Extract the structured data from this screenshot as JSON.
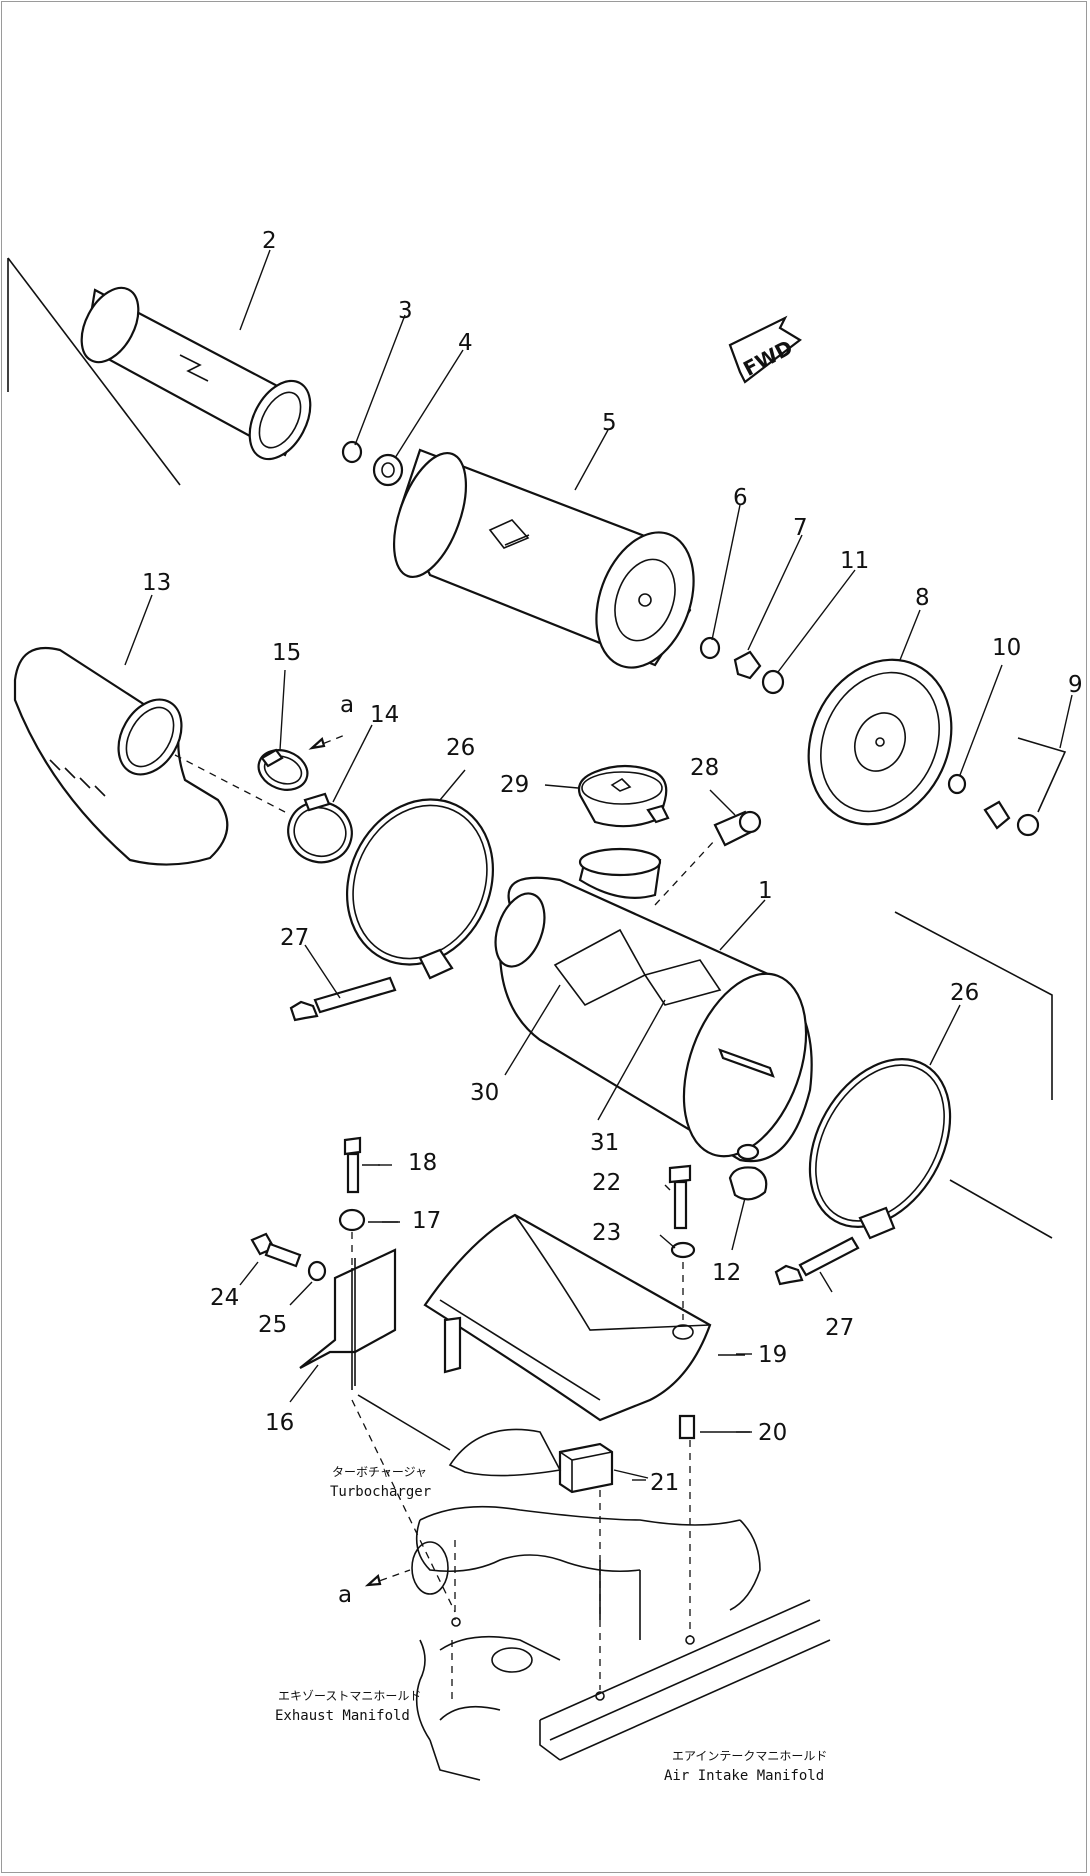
{
  "direction_marker": {
    "text": "FWD"
  },
  "reference_mark": "a",
  "callouts": [
    {
      "id": "c2",
      "text": "2"
    },
    {
      "id": "c3",
      "text": "3"
    },
    {
      "id": "c4",
      "text": "4"
    },
    {
      "id": "c5",
      "text": "5"
    },
    {
      "id": "c6",
      "text": "6"
    },
    {
      "id": "c7",
      "text": "7"
    },
    {
      "id": "c11",
      "text": "11"
    },
    {
      "id": "c8",
      "text": "8"
    },
    {
      "id": "c10",
      "text": "10"
    },
    {
      "id": "c9",
      "text": "9"
    },
    {
      "id": "c13",
      "text": "13"
    },
    {
      "id": "c15",
      "text": "15"
    },
    {
      "id": "c14",
      "text": "14"
    },
    {
      "id": "c26a",
      "text": "26"
    },
    {
      "id": "c29",
      "text": "29"
    },
    {
      "id": "c28",
      "text": "28"
    },
    {
      "id": "c1",
      "text": "1"
    },
    {
      "id": "c26b",
      "text": "26"
    },
    {
      "id": "c27a",
      "text": "27"
    },
    {
      "id": "c30",
      "text": "30"
    },
    {
      "id": "c31",
      "text": "31"
    },
    {
      "id": "c18",
      "text": "18"
    },
    {
      "id": "c17",
      "text": "17"
    },
    {
      "id": "c22",
      "text": "22"
    },
    {
      "id": "c23",
      "text": "23"
    },
    {
      "id": "c12",
      "text": "12"
    },
    {
      "id": "c27b",
      "text": "27"
    },
    {
      "id": "c24",
      "text": "24"
    },
    {
      "id": "c25",
      "text": "25"
    },
    {
      "id": "c19",
      "text": "19"
    },
    {
      "id": "c16",
      "text": "16"
    },
    {
      "id": "c20",
      "text": "20"
    },
    {
      "id": "c21",
      "text": "21"
    }
  ],
  "labels": {
    "turbocharger_jp": "ターボチャージャ",
    "turbocharger": "Turbocharger",
    "exhaust_manifold_jp": "エキゾーストマニホールド",
    "exhaust_manifold": "Exhaust Manifold",
    "air_intake_manifold_jp": "エアインテークマニホールド",
    "air_intake_manifold": "Air Intake Manifold"
  }
}
